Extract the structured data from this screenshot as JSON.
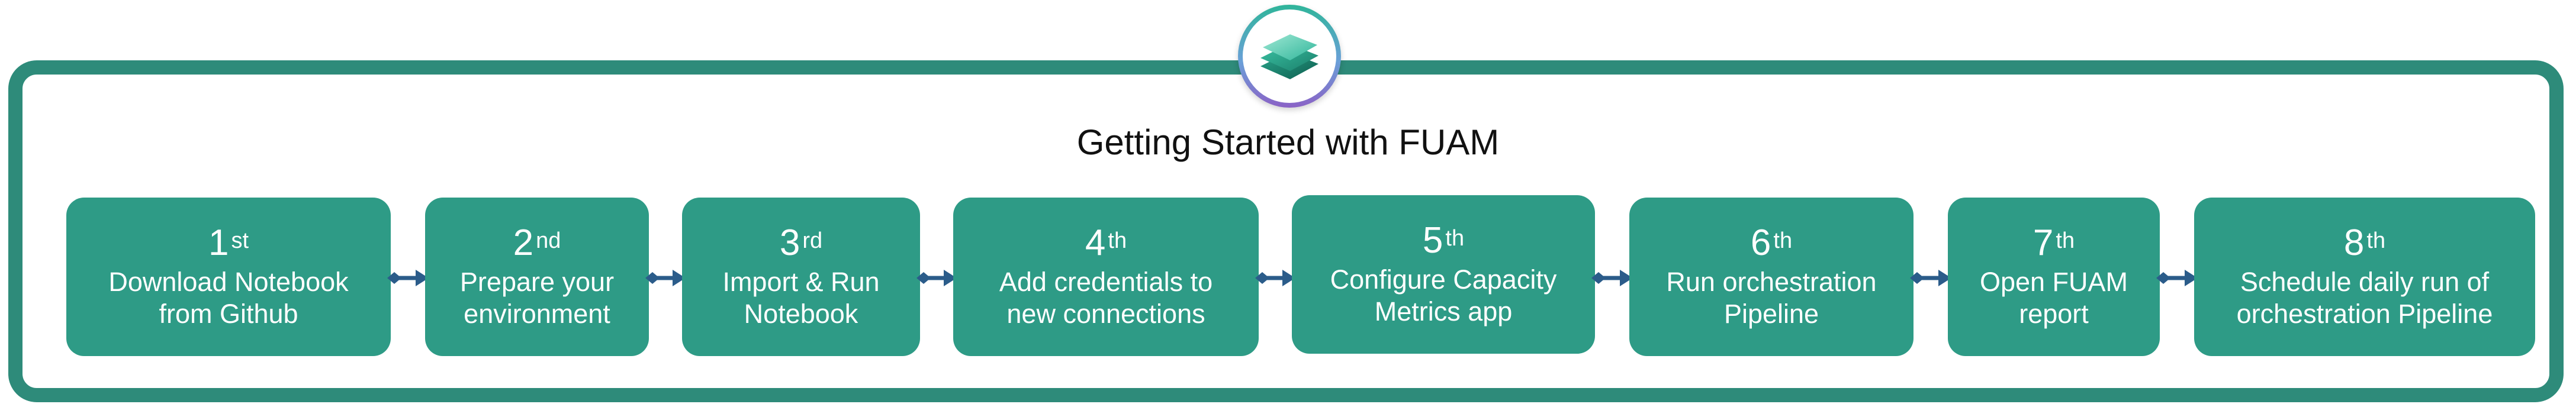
{
  "title": "Getting Started with FUAM",
  "logo_icon": "fabric-layers-icon",
  "colors": {
    "frame": "#2E8B7A",
    "step_fill": "#2E9B86",
    "arrow": "#2B5C8A"
  },
  "steps": [
    {
      "ordinal": "1",
      "suffix": "st",
      "label": "Download Notebook\nfrom Github"
    },
    {
      "ordinal": "2",
      "suffix": "nd",
      "label": "Prepare your\nenvironment"
    },
    {
      "ordinal": "3",
      "suffix": "rd",
      "label": "Import & Run\nNotebook"
    },
    {
      "ordinal": "4",
      "suffix": "th",
      "label": "Add credentials to\nnew connections"
    },
    {
      "ordinal": "5",
      "suffix": "th",
      "label": "Configure Capacity\nMetrics app"
    },
    {
      "ordinal": "6",
      "suffix": "th",
      "label": "Run orchestration\nPipeline"
    },
    {
      "ordinal": "7",
      "suffix": "th",
      "label": "Open FUAM\nreport"
    },
    {
      "ordinal": "8",
      "suffix": "th",
      "label": "Schedule daily run of\norchestration Pipeline"
    }
  ]
}
